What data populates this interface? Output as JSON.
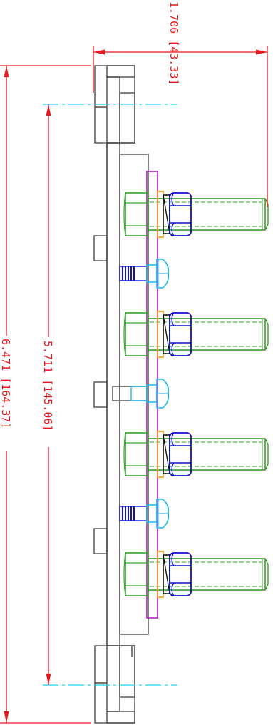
{
  "dimensions": {
    "overall_width": {
      "value": "1.706",
      "metric": "[43.33]"
    },
    "overall_height": {
      "value": "6.471",
      "metric": "[164.37]"
    },
    "hole_spacing": {
      "value": "5.711",
      "metric": "[145.06]"
    }
  },
  "colors": {
    "dimension": "#e8161d",
    "centerline": "#16d8ee",
    "body": "#4d4d4d",
    "stud": "#36a12a",
    "nut": "#1111cc",
    "washer": "#f39a1c",
    "lockwasher": "#111111",
    "insulator": "#b21ebf",
    "screw_head": "#23b7f0",
    "screw_thread": "#1111cc"
  },
  "stud_count": 4,
  "screw_count": 3
}
